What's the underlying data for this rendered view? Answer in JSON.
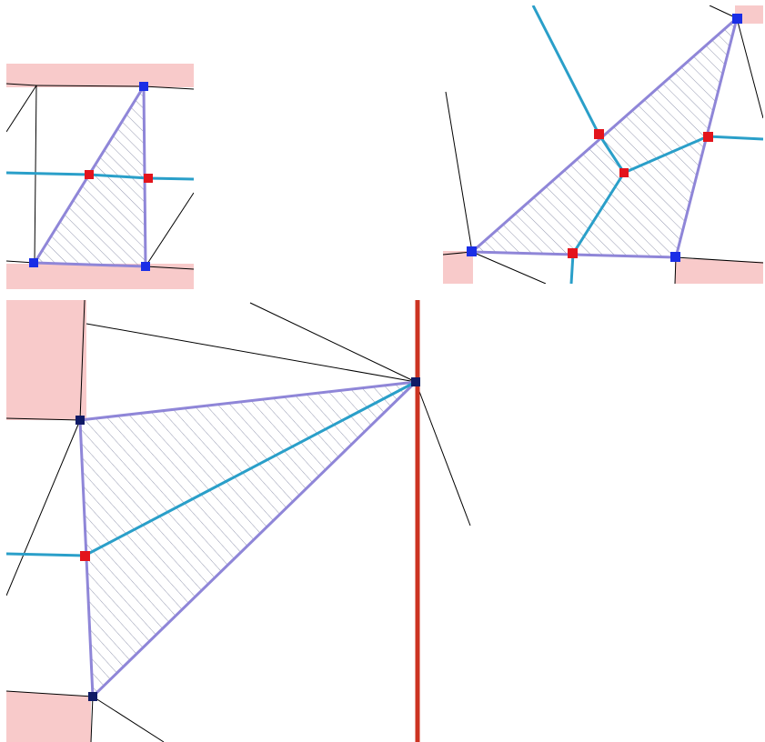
{
  "colors": {
    "background": "#ffffff",
    "region_fill": "#f8caca",
    "thin_edge": "#000000",
    "triangle_edge": "#8f86d8",
    "hatch": "#8a8fa8",
    "cyan_path": "#2a9fc9",
    "blue_vertex": "#1a2ee6",
    "dark_vertex": "#0f1a66",
    "red_point": "#e3141c",
    "boundary_line": "#cc3422"
  },
  "icons": {
    "vertex_marker": "square-vertex-icon",
    "midpoint_marker": "square-midpoint-icon"
  },
  "panels": [
    {
      "name": "panel-top-left",
      "caption": ""
    },
    {
      "name": "panel-top-right",
      "caption": ""
    },
    {
      "name": "panel-bottom",
      "caption": ""
    }
  ]
}
